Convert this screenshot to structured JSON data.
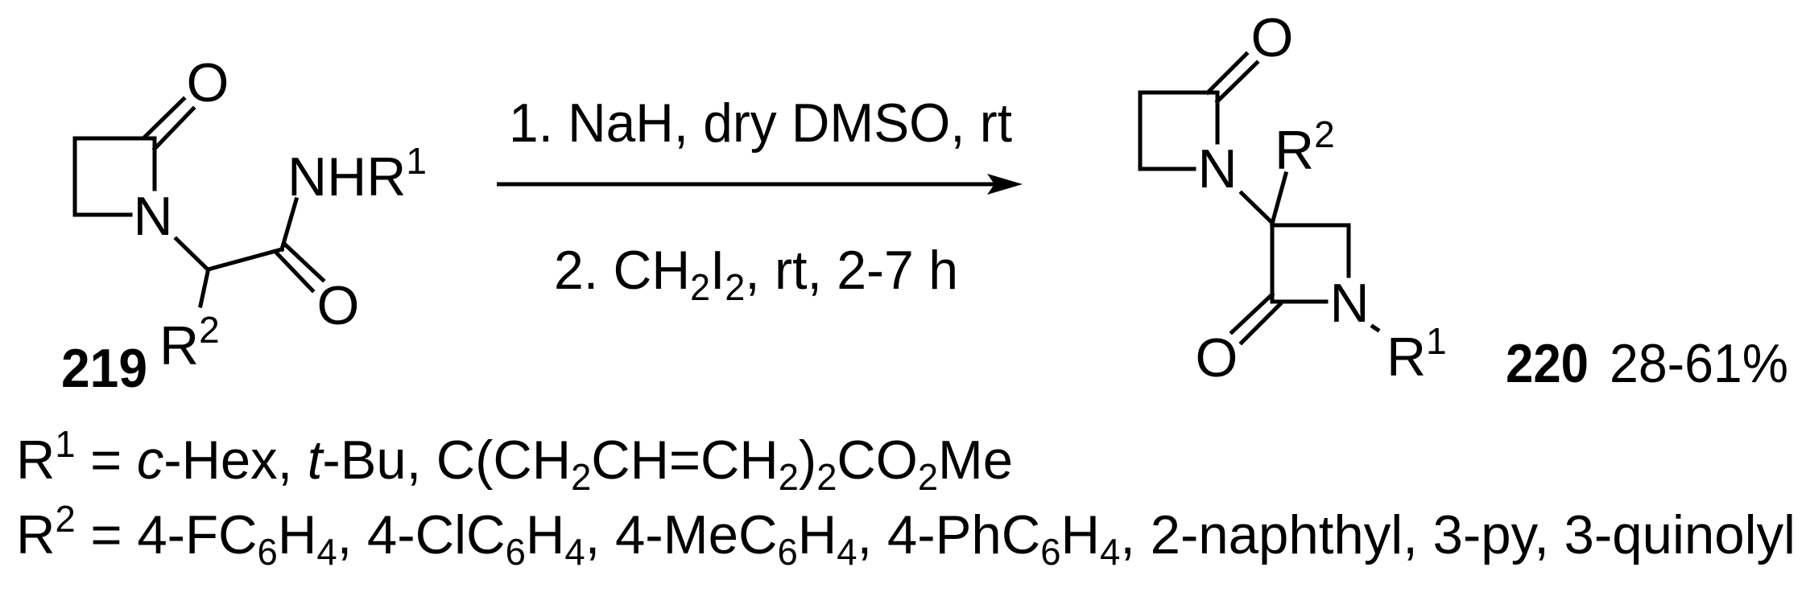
{
  "scheme": {
    "reactant": {
      "compound_number": "219",
      "atoms": {
        "ring_oxygen": "O",
        "ring_nitrogen": "N",
        "amide_oxygen": "O"
      },
      "amide_group": {
        "main": "NHR",
        "sup": "1"
      },
      "substituent": {
        "main": "R",
        "sup": "2"
      }
    },
    "conditions": {
      "step1": "1. NaH, dry DMSO, rt",
      "step2": {
        "prefix": "2. CH",
        "sub1": "2",
        "mid": "I",
        "sub2": "2",
        "suffix": ", rt, 2-7 h"
      }
    },
    "product": {
      "compound_number": "220",
      "yield": "28-61%",
      "atoms": {
        "upper_oxygen": "O",
        "upper_nitrogen": "N",
        "lower_nitrogen": "N",
        "lower_oxygen": "O"
      },
      "substituent_r2": {
        "main": "R",
        "sup": "2"
      },
      "substituent_r1": {
        "main": "R",
        "sup": "1"
      }
    },
    "definitions": {
      "r1": {
        "label": "R",
        "sup": "1",
        "eq": " = ",
        "options": [
          {
            "italic_prefix": "c",
            "text": "-Hex, "
          },
          {
            "italic_prefix": "t",
            "text": "-Bu, "
          },
          {
            "text": "C(CH",
            "sub": "2",
            "text2": "CH=CH",
            "sub2": "2",
            "text3": ")",
            "sub3": "2",
            "text4": "CO",
            "sub4": "2",
            "text5": "Me"
          }
        ]
      },
      "r2": {
        "label": "R",
        "sup": "2",
        "eq": " = ",
        "options": [
          {
            "text": "4-FC",
            "sub": "6",
            "text2": "H",
            "sub2": "4",
            "sep": ", "
          },
          {
            "text": "4-ClC",
            "sub": "6",
            "text2": "H",
            "sub2": "4",
            "sep": ", "
          },
          {
            "text": "4-MeC",
            "sub": "6",
            "text2": "H",
            "sub2": "4",
            "sep": ", "
          },
          {
            "text": "4-PhC",
            "sub": "6",
            "text2": "H",
            "sub2": "4",
            "sep": ", "
          },
          {
            "text": "2-naphthyl",
            "sep": ", "
          },
          {
            "text": "3-py",
            "sep": ", "
          },
          {
            "text": "3-quinolyl"
          }
        ]
      }
    },
    "colors": {
      "ink": "#000000",
      "background": "#ffffff"
    }
  }
}
